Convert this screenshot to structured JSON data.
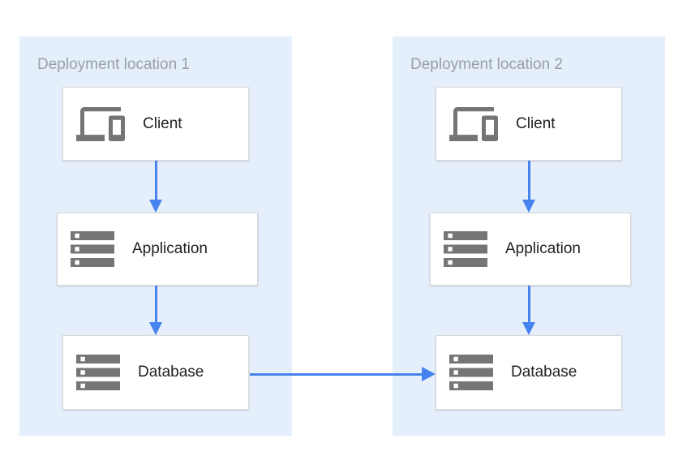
{
  "diagram": {
    "panels": [
      {
        "title": "Deployment location 1",
        "nodes": [
          {
            "label": "Client",
            "icon": "devices-icon"
          },
          {
            "label": "Application",
            "icon": "storage-icon"
          },
          {
            "label": "Database",
            "icon": "storage-icon"
          }
        ]
      },
      {
        "title": "Deployment location 2",
        "nodes": [
          {
            "label": "Client",
            "icon": "devices-icon"
          },
          {
            "label": "Application",
            "icon": "storage-icon"
          },
          {
            "label": "Database",
            "icon": "storage-icon"
          }
        ]
      }
    ],
    "connections": [
      {
        "from": "client-1",
        "to": "application-1",
        "direction": "down"
      },
      {
        "from": "application-1",
        "to": "database-1",
        "direction": "down"
      },
      {
        "from": "client-2",
        "to": "application-2",
        "direction": "down"
      },
      {
        "from": "application-2",
        "to": "database-2",
        "direction": "down"
      },
      {
        "from": "database-1",
        "to": "database-2",
        "direction": "right"
      }
    ],
    "colors": {
      "panel_bg": "#E4EFFB",
      "arrow_blue": "#4683EE",
      "icon_gray": "#757575",
      "title_gray": "#9AA0A6",
      "label_dark": "#212121",
      "box_border": "#D8D8D8",
      "box_bg": "#FFFFFF"
    }
  }
}
